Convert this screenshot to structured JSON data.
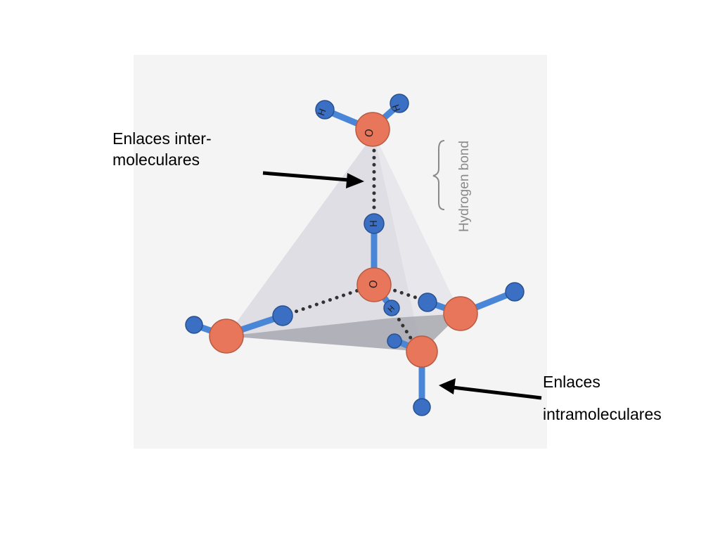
{
  "labels": {
    "intermolecular_line1": "Enlaces inter-",
    "intermolecular_line2": "moleculares",
    "intramolecular_line1": "Enlaces",
    "intramolecular_line2": "intramoleculares"
  },
  "figure": {
    "hydrogen_bond_label": "Hydrogen bond",
    "oxygen_symbol": "O",
    "hydrogen_symbol": "H"
  },
  "colors": {
    "oxygen": "#e8765a",
    "hydrogen": "#3a6fc4",
    "covalent_bond": "#4a86d8",
    "hydrogen_bond_dots": "#333333",
    "tetrahedron": "#cfcfd6",
    "arrow": "#000000"
  }
}
